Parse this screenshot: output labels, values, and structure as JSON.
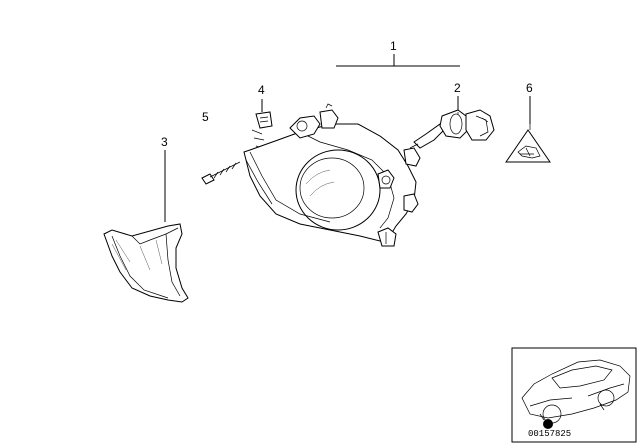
{
  "callouts": [
    {
      "id": "1",
      "label": "1"
    },
    {
      "id": "2",
      "label": "2"
    },
    {
      "id": "3",
      "label": "3"
    },
    {
      "id": "4",
      "label": "4"
    },
    {
      "id": "5",
      "label": "5"
    },
    {
      "id": "6",
      "label": "6"
    }
  ],
  "diagram_number": "00157825"
}
